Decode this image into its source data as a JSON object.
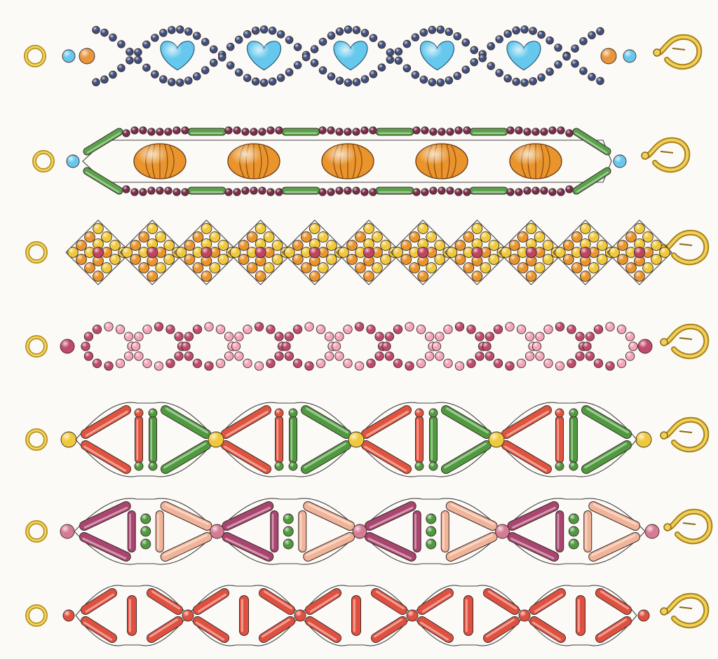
{
  "bracelets": [
    {
      "name": "seed-bead-wave-with-heart-beads",
      "seed_color": "#3f4f7e",
      "accent_color": "#66c8ec",
      "end_bead_color": "#e9953a",
      "focal_count": 5,
      "focal_shape": "heart"
    },
    {
      "name": "bugle-and-pumpkin-bead-chain",
      "seed_color": "#7a2c4a",
      "bugle_color": "#5aa24a",
      "focal_color": "#e9942c",
      "focal_count": 5,
      "focal_shape": "pumpkin"
    },
    {
      "name": "diamond-cluster-bracelet",
      "bead_colors": [
        "#f0c93a",
        "#e9952c",
        "#c0435f"
      ],
      "diamond_count": 11
    },
    {
      "name": "pink-seed-bead-loop-chain",
      "bead_colors": [
        "#c04a6a",
        "#f4a5b7"
      ],
      "loop_count": 11
    },
    {
      "name": "triangle-bugle-bracelet-red-green",
      "bugle_colors": [
        "#e0543f",
        "#4f9a3e"
      ],
      "joint_color": "#f0c93a",
      "unit_count": 4
    },
    {
      "name": "triangle-bugle-bracelet-mauve-peach",
      "bugle_colors": [
        "#a9456e",
        "#f1b498"
      ],
      "joint_color": "#d77a93",
      "center_color": "#4f9a3e",
      "unit_count": 4
    },
    {
      "name": "triangle-bugle-bracelet-red",
      "bugle_colors": [
        "#e0503f"
      ],
      "joint_color": "#e0503f",
      "unit_count": 5
    }
  ]
}
